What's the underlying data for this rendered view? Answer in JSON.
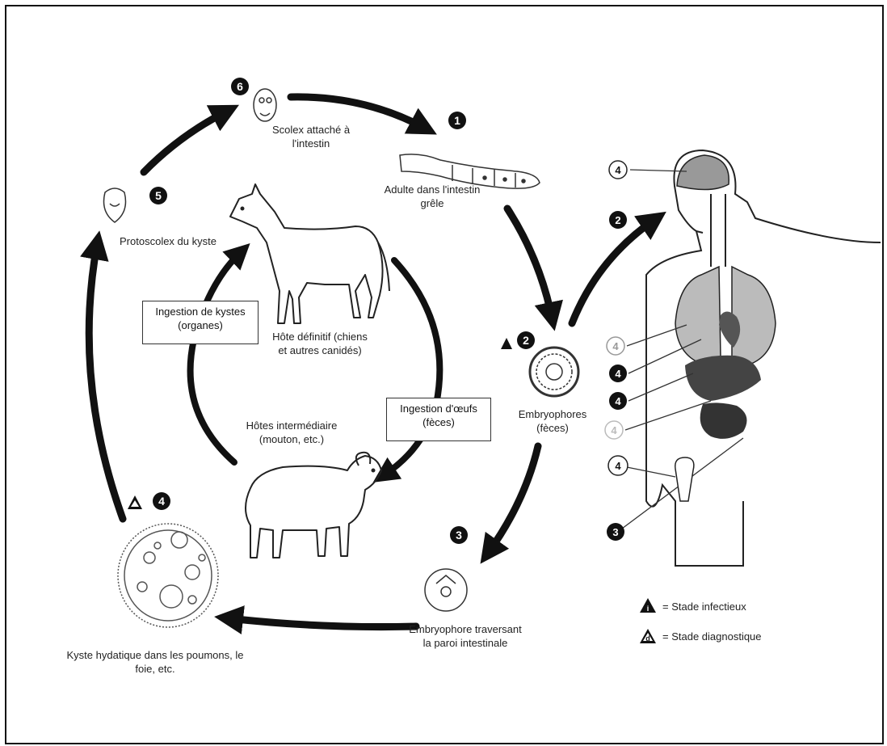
{
  "stages": {
    "s1": {
      "badge": "1",
      "label": "Adulte dans l'intestin grêle"
    },
    "s2": {
      "badge": "2",
      "label": "Embryophores (fèces)"
    },
    "s3": {
      "badge": "3",
      "label": "Embryophore traversant la paroi intestinale"
    },
    "s4": {
      "badge": "4",
      "label": "Kyste hydatique dans les poumons, le foie, etc."
    },
    "s5": {
      "badge": "5",
      "label": "Protoscolex du kyste"
    },
    "s6": {
      "badge": "6",
      "label": "Scolex attaché à l'intestin"
    }
  },
  "hosts": {
    "definitive": "Hôte définitif (chiens et autres canidés)",
    "intermediate": "Hôtes intermédiaire (mouton, etc.)"
  },
  "boxes": {
    "ingestion_cysts": "Ingestion de kystes (organes)",
    "ingestion_eggs": "Ingestion d'œufs (fèces)"
  },
  "human_markers": {
    "m_top": "4",
    "m_2": "2",
    "m_lung": "4",
    "m_a": "4",
    "m_b": "4",
    "m_liver": "4",
    "m_bone": "4",
    "m_3": "3"
  },
  "legend": {
    "infective": "= Stade infectieux",
    "diagnostic": "= Stade diagnostique",
    "infective_mark": "i",
    "diagnostic_mark": "d"
  }
}
